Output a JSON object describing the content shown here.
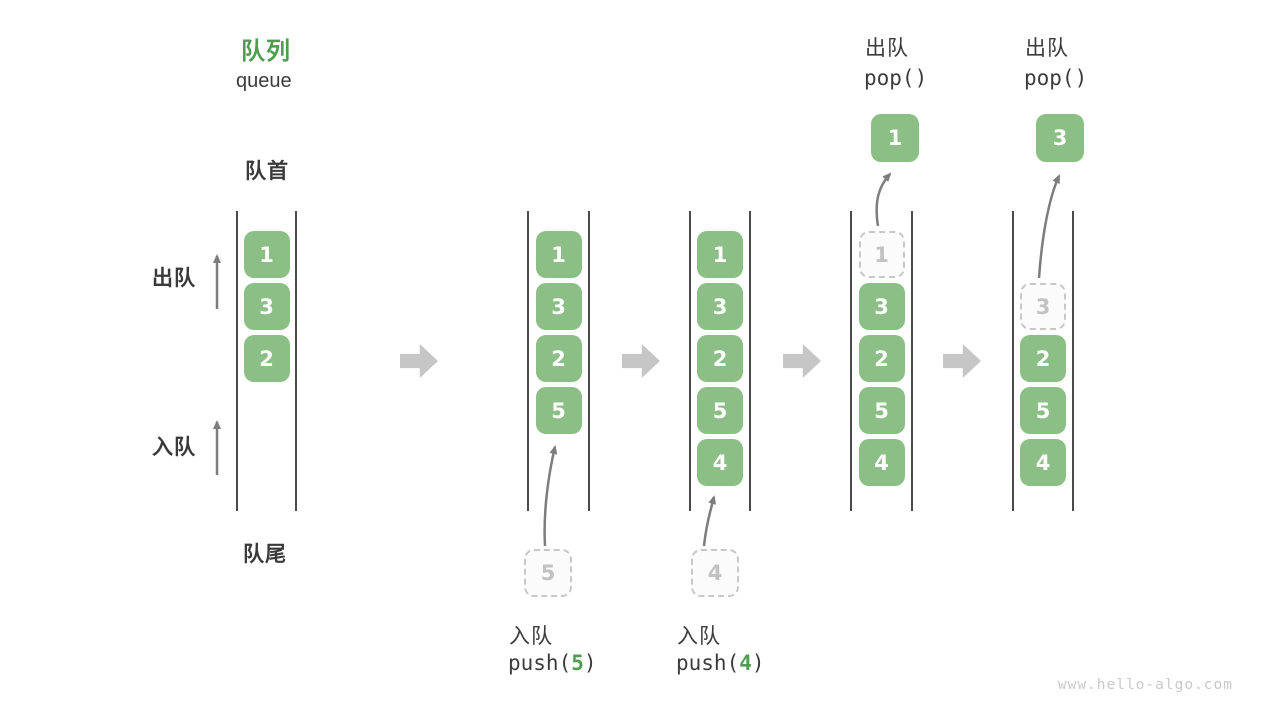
{
  "title": {
    "zh": "队列",
    "en": "queue"
  },
  "side_labels": {
    "front": "队首",
    "rear": "队尾",
    "dequeue": "出队",
    "enqueue": "入队"
  },
  "watermark": "www.hello-algo.com",
  "colors": {
    "box_green": "#8CBF86",
    "accent_green": "#4E9E52",
    "text_dark": "#3C3C3C",
    "wall": "#4A4A4A",
    "thin_arrow": "#7D7D7D",
    "block_arrow": "#C6C6C6",
    "ghost_border": "#C8C8C8",
    "ghost_text": "#C2C2C2"
  },
  "columns": [
    {
      "name": "state-initial",
      "boxes": [
        {
          "value": "1",
          "row": 0
        },
        {
          "value": "3",
          "row": 1
        },
        {
          "value": "2",
          "row": 2
        }
      ]
    },
    {
      "name": "state-after-push-5",
      "boxes": [
        {
          "value": "1",
          "row": 0
        },
        {
          "value": "3",
          "row": 1
        },
        {
          "value": "2",
          "row": 2
        },
        {
          "value": "5",
          "row": 3
        }
      ],
      "push": {
        "label": "入队",
        "code_prefix": "push(",
        "arg": "5",
        "code_suffix": ")",
        "incoming_value": "5"
      }
    },
    {
      "name": "state-after-push-4",
      "boxes": [
        {
          "value": "1",
          "row": 0
        },
        {
          "value": "3",
          "row": 1
        },
        {
          "value": "2",
          "row": 2
        },
        {
          "value": "5",
          "row": 3
        },
        {
          "value": "4",
          "row": 4
        }
      ],
      "push": {
        "label": "入队",
        "code_prefix": "push(",
        "arg": "4",
        "code_suffix": ")",
        "incoming_value": "4"
      }
    },
    {
      "name": "state-after-pop-1",
      "boxes": [
        {
          "value": "1",
          "row": 0,
          "ghost": true
        },
        {
          "value": "3",
          "row": 1
        },
        {
          "value": "2",
          "row": 2
        },
        {
          "value": "5",
          "row": 3
        },
        {
          "value": "4",
          "row": 4
        }
      ],
      "pop": {
        "label": "出队",
        "code": "pop()",
        "popped_value": "1"
      }
    },
    {
      "name": "state-after-pop-3",
      "boxes": [
        {
          "value": "3",
          "row": 1,
          "ghost": true
        },
        {
          "value": "2",
          "row": 2
        },
        {
          "value": "5",
          "row": 3
        },
        {
          "value": "4",
          "row": 4
        }
      ],
      "pop": {
        "label": "出队",
        "code": "pop()",
        "popped_value": "3"
      }
    }
  ]
}
